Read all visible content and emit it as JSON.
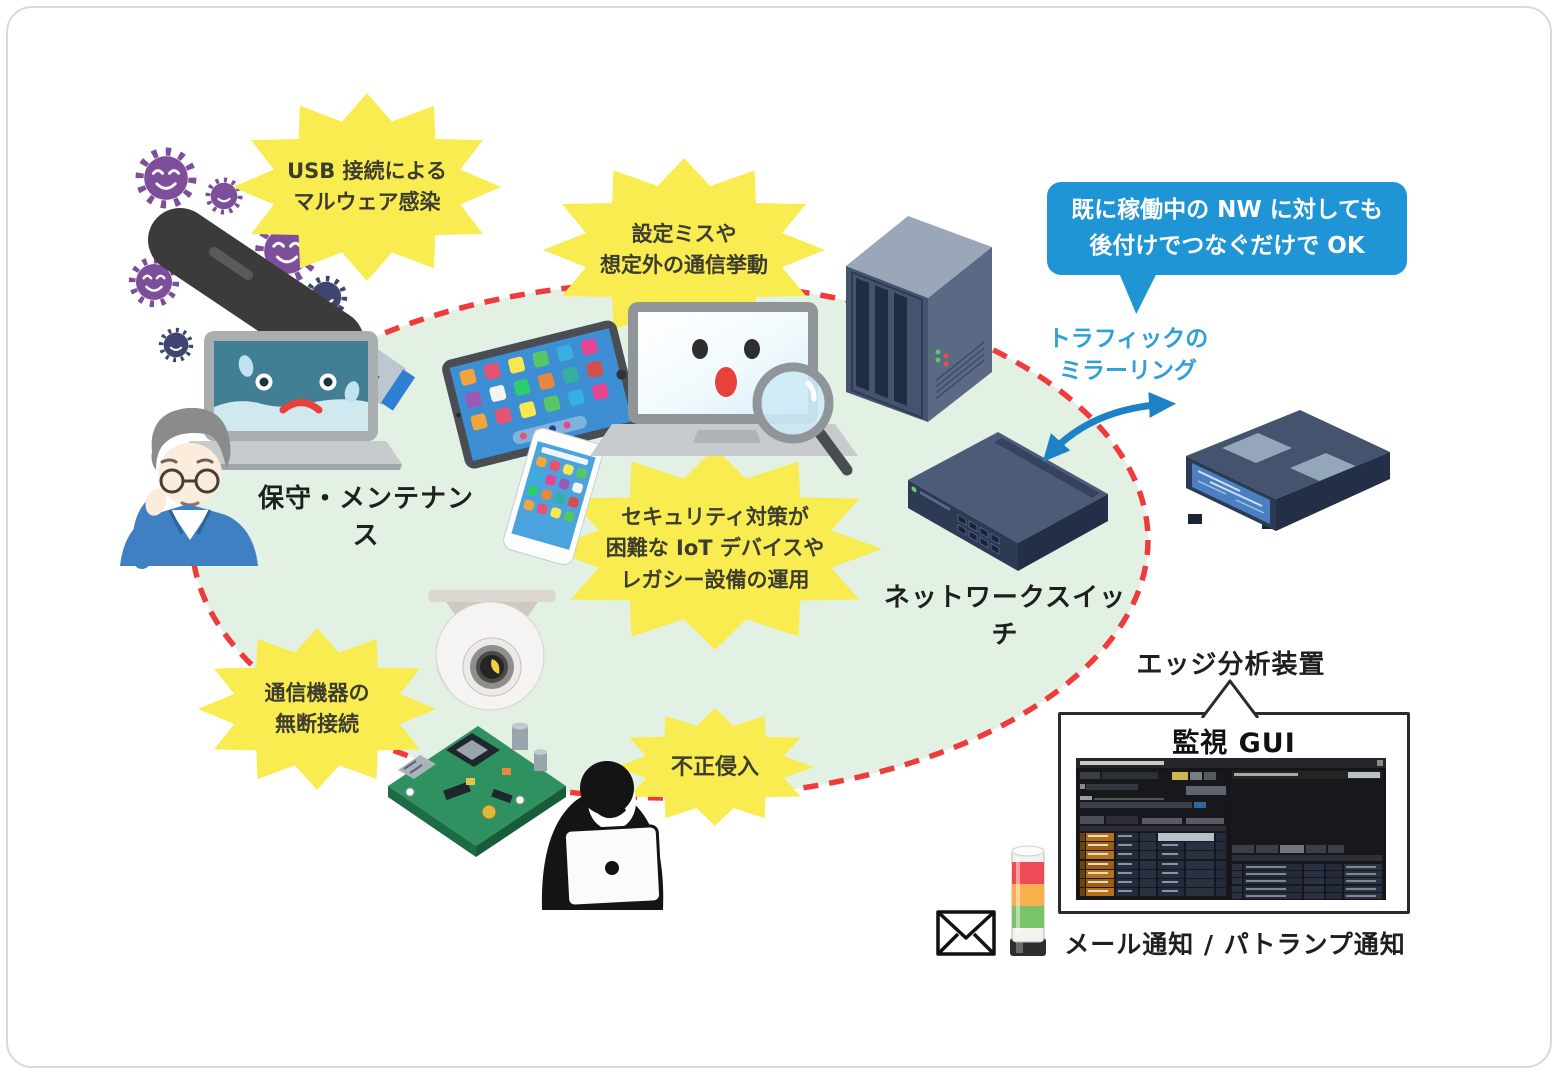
{
  "bursts": {
    "usb": {
      "line1": "USB 接続による",
      "line2": "マルウェア感染"
    },
    "misconfig": {
      "line1": "設定ミスや",
      "line2": "想定外の通信挙動"
    },
    "iot_legacy": {
      "line1": "セキュリティ対策が",
      "line2": "困難な IoT デバイスや",
      "line3": "レガシー設備の運用"
    },
    "rogue_device": {
      "line1": "通信機器の",
      "line2": "無断接続"
    },
    "intrusion": {
      "line1": "不正侵入"
    }
  },
  "labels": {
    "maintenance": "保守・メンテナンス",
    "network_switch": "ネットワークスイッチ",
    "edge_analyzer": "エッジ分析装置",
    "monitoring_gui": "監視 GUI",
    "notification": "メール通知 / パトランプ通知"
  },
  "callout_bubble": {
    "line1": "既に稼働中の NW に対しても",
    "line2": "後付けでつなぐだけで OK"
  },
  "traffic_mirroring": {
    "line1": "トラフィックの",
    "line2": "ミラーリング"
  },
  "icons": {
    "mail": "envelope-outline",
    "patrol_lamp": "signal-tower red/amber/green",
    "magnifier": "magnifying-glass",
    "hacker": "hooded-figure-with-laptop",
    "malware": "spiky-germ-faces"
  },
  "colors": {
    "zone_fill": "#e3f1e4",
    "zone_border_dashed": "#ee3c3c",
    "burst_yellow": "#f9ec51",
    "callout_blue": "#2095d5",
    "mirroring_text_blue": "#2e9fd9",
    "arrow_blue": "#1d82c5",
    "device_navy": "#44536e",
    "alert_row_orange": "#b4711a"
  }
}
